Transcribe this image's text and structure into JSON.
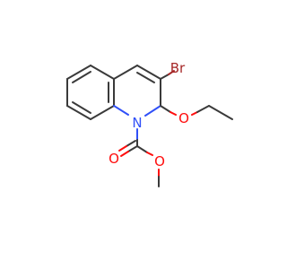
{
  "labels": {
    "bromine": "Br",
    "nitrogen": "N",
    "ether_oxygen": "O",
    "carbonyl_oxygen": "O",
    "ester_oxygen": "O"
  },
  "colors": {
    "bond": "#3a3a3a",
    "bromine": "#a62929",
    "nitrogen": "#3050f8",
    "oxygen": "#ff0d0d"
  }
}
